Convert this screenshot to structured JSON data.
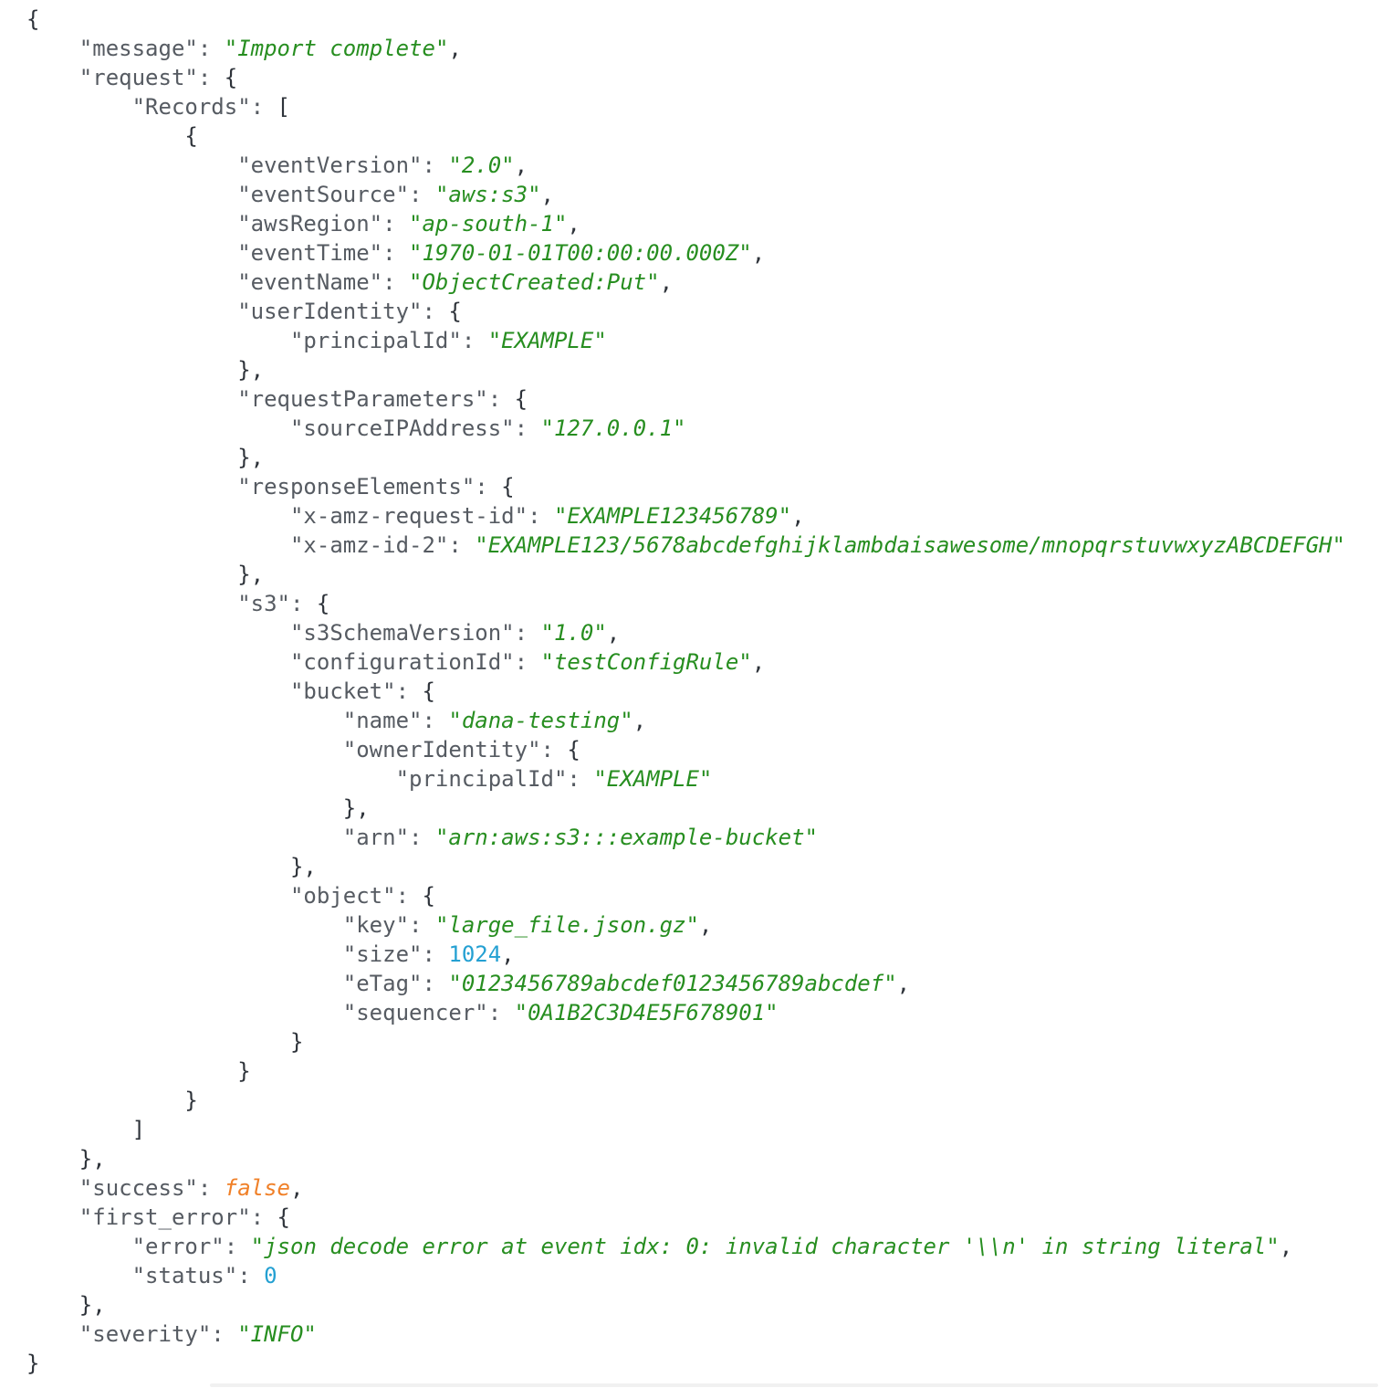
{
  "viewer": {
    "type": "json-log-view",
    "colors": {
      "background": "#ffffff",
      "key": "#565b62",
      "punctuation": "#2e333a",
      "string": "#278e20",
      "number": "#24a0d2",
      "boolean": "#f08028"
    },
    "json_content": {
      "message": "Import complete",
      "request": {
        "Records": [
          {
            "eventVersion": "2.0",
            "eventSource": "aws:s3",
            "awsRegion": "ap-south-1",
            "eventTime": "1970-01-01T00:00:00.000Z",
            "eventName": "ObjectCreated:Put",
            "userIdentity": {
              "principalId": "EXAMPLE"
            },
            "requestParameters": {
              "sourceIPAddress": "127.0.0.1"
            },
            "responseElements": {
              "x-amz-request-id": "EXAMPLE123456789",
              "x-amz-id-2": "EXAMPLE123/5678abcdefghijklambdaisawesome/mnopqrstuvwxyzABCDEFGH"
            },
            "s3": {
              "s3SchemaVersion": "1.0",
              "configurationId": "testConfigRule",
              "bucket": {
                "name": "dana-testing",
                "ownerIdentity": {
                  "principalId": "EXAMPLE"
                },
                "arn": "arn:aws:s3:::example-bucket"
              },
              "object": {
                "key": "large_file.json.gz",
                "size": 1024,
                "eTag": "0123456789abcdef0123456789abcdef",
                "sequencer": "0A1B2C3D4E5F678901"
              }
            }
          }
        ]
      },
      "success": false,
      "first_error": {
        "error": "json decode error at event idx: 0: invalid character '\\n' in string literal",
        "status": 0
      },
      "severity": "INFO"
    },
    "lines": [
      {
        "indent": 0,
        "tokens": [
          {
            "t": "{",
            "c": "punct"
          }
        ]
      },
      {
        "indent": 1,
        "tokens": [
          {
            "t": "\"message\": ",
            "c": "key"
          },
          {
            "t": "\"Import complete\"",
            "c": "string"
          },
          {
            "t": ",",
            "c": "punct"
          }
        ]
      },
      {
        "indent": 1,
        "tokens": [
          {
            "t": "\"request\": ",
            "c": "key"
          },
          {
            "t": "{",
            "c": "punct"
          }
        ]
      },
      {
        "indent": 2,
        "tokens": [
          {
            "t": "\"Records\": ",
            "c": "key"
          },
          {
            "t": "[",
            "c": "punct"
          }
        ]
      },
      {
        "indent": 3,
        "tokens": [
          {
            "t": "{",
            "c": "punct"
          }
        ]
      },
      {
        "indent": 4,
        "tokens": [
          {
            "t": "\"eventVersion\": ",
            "c": "key"
          },
          {
            "t": "\"2.0\"",
            "c": "string"
          },
          {
            "t": ",",
            "c": "punct"
          }
        ]
      },
      {
        "indent": 4,
        "tokens": [
          {
            "t": "\"eventSource\": ",
            "c": "key"
          },
          {
            "t": "\"aws:s3\"",
            "c": "string"
          },
          {
            "t": ",",
            "c": "punct"
          }
        ]
      },
      {
        "indent": 4,
        "tokens": [
          {
            "t": "\"awsRegion\": ",
            "c": "key"
          },
          {
            "t": "\"ap-south-1\"",
            "c": "string"
          },
          {
            "t": ",",
            "c": "punct"
          }
        ]
      },
      {
        "indent": 4,
        "tokens": [
          {
            "t": "\"eventTime\": ",
            "c": "key"
          },
          {
            "t": "\"1970-01-01T00:00:00.000Z\"",
            "c": "string"
          },
          {
            "t": ",",
            "c": "punct"
          }
        ]
      },
      {
        "indent": 4,
        "tokens": [
          {
            "t": "\"eventName\": ",
            "c": "key"
          },
          {
            "t": "\"ObjectCreated:Put\"",
            "c": "string"
          },
          {
            "t": ",",
            "c": "punct"
          }
        ]
      },
      {
        "indent": 4,
        "tokens": [
          {
            "t": "\"userIdentity\": ",
            "c": "key"
          },
          {
            "t": "{",
            "c": "punct"
          }
        ]
      },
      {
        "indent": 5,
        "tokens": [
          {
            "t": "\"principalId\": ",
            "c": "key"
          },
          {
            "t": "\"EXAMPLE\"",
            "c": "string"
          }
        ]
      },
      {
        "indent": 4,
        "tokens": [
          {
            "t": "},",
            "c": "punct"
          }
        ]
      },
      {
        "indent": 4,
        "tokens": [
          {
            "t": "\"requestParameters\": ",
            "c": "key"
          },
          {
            "t": "{",
            "c": "punct"
          }
        ]
      },
      {
        "indent": 5,
        "tokens": [
          {
            "t": "\"sourceIPAddress\": ",
            "c": "key"
          },
          {
            "t": "\"127.0.0.1\"",
            "c": "string"
          }
        ]
      },
      {
        "indent": 4,
        "tokens": [
          {
            "t": "},",
            "c": "punct"
          }
        ]
      },
      {
        "indent": 4,
        "tokens": [
          {
            "t": "\"responseElements\": ",
            "c": "key"
          },
          {
            "t": "{",
            "c": "punct"
          }
        ]
      },
      {
        "indent": 5,
        "tokens": [
          {
            "t": "\"x-amz-request-id\": ",
            "c": "key"
          },
          {
            "t": "\"EXAMPLE123456789\"",
            "c": "string"
          },
          {
            "t": ",",
            "c": "punct"
          }
        ]
      },
      {
        "indent": 5,
        "tokens": [
          {
            "t": "\"x-amz-id-2\": ",
            "c": "key"
          },
          {
            "t": "\"EXAMPLE123/5678abcdefghijklambdaisawesome/mnopqrstuvwxyzABCDEFGH\"",
            "c": "string"
          }
        ]
      },
      {
        "indent": 4,
        "tokens": [
          {
            "t": "},",
            "c": "punct"
          }
        ]
      },
      {
        "indent": 4,
        "tokens": [
          {
            "t": "\"s3\": ",
            "c": "key"
          },
          {
            "t": "{",
            "c": "punct"
          }
        ]
      },
      {
        "indent": 5,
        "tokens": [
          {
            "t": "\"s3SchemaVersion\": ",
            "c": "key"
          },
          {
            "t": "\"1.0\"",
            "c": "string"
          },
          {
            "t": ",",
            "c": "punct"
          }
        ]
      },
      {
        "indent": 5,
        "tokens": [
          {
            "t": "\"configurationId\": ",
            "c": "key"
          },
          {
            "t": "\"testConfigRule\"",
            "c": "string"
          },
          {
            "t": ",",
            "c": "punct"
          }
        ]
      },
      {
        "indent": 5,
        "tokens": [
          {
            "t": "\"bucket\": ",
            "c": "key"
          },
          {
            "t": "{",
            "c": "punct"
          }
        ]
      },
      {
        "indent": 6,
        "tokens": [
          {
            "t": "\"name\": ",
            "c": "key"
          },
          {
            "t": "\"dana-testing\"",
            "c": "string"
          },
          {
            "t": ",",
            "c": "punct"
          }
        ]
      },
      {
        "indent": 6,
        "tokens": [
          {
            "t": "\"ownerIdentity\": ",
            "c": "key"
          },
          {
            "t": "{",
            "c": "punct"
          }
        ]
      },
      {
        "indent": 7,
        "tokens": [
          {
            "t": "\"principalId\": ",
            "c": "key"
          },
          {
            "t": "\"EXAMPLE\"",
            "c": "string"
          }
        ]
      },
      {
        "indent": 6,
        "tokens": [
          {
            "t": "},",
            "c": "punct"
          }
        ]
      },
      {
        "indent": 6,
        "tokens": [
          {
            "t": "\"arn\": ",
            "c": "key"
          },
          {
            "t": "\"arn:aws:s3:::example-bucket\"",
            "c": "string"
          }
        ]
      },
      {
        "indent": 5,
        "tokens": [
          {
            "t": "},",
            "c": "punct"
          }
        ]
      },
      {
        "indent": 5,
        "tokens": [
          {
            "t": "\"object\": ",
            "c": "key"
          },
          {
            "t": "{",
            "c": "punct"
          }
        ]
      },
      {
        "indent": 6,
        "tokens": [
          {
            "t": "\"key\": ",
            "c": "key"
          },
          {
            "t": "\"large_file.json.gz\"",
            "c": "string"
          },
          {
            "t": ",",
            "c": "punct"
          }
        ]
      },
      {
        "indent": 6,
        "tokens": [
          {
            "t": "\"size\": ",
            "c": "key"
          },
          {
            "t": "1024",
            "c": "number"
          },
          {
            "t": ",",
            "c": "punct"
          }
        ]
      },
      {
        "indent": 6,
        "tokens": [
          {
            "t": "\"eTag\": ",
            "c": "key"
          },
          {
            "t": "\"0123456789abcdef0123456789abcdef\"",
            "c": "string"
          },
          {
            "t": ",",
            "c": "punct"
          }
        ]
      },
      {
        "indent": 6,
        "tokens": [
          {
            "t": "\"sequencer\": ",
            "c": "key"
          },
          {
            "t": "\"0A1B2C3D4E5F678901\"",
            "c": "string"
          }
        ]
      },
      {
        "indent": 5,
        "tokens": [
          {
            "t": "}",
            "c": "punct"
          }
        ]
      },
      {
        "indent": 4,
        "tokens": [
          {
            "t": "}",
            "c": "punct"
          }
        ]
      },
      {
        "indent": 3,
        "tokens": [
          {
            "t": "}",
            "c": "punct"
          }
        ]
      },
      {
        "indent": 2,
        "tokens": [
          {
            "t": "]",
            "c": "punct"
          }
        ]
      },
      {
        "indent": 1,
        "tokens": [
          {
            "t": "},",
            "c": "punct"
          }
        ]
      },
      {
        "indent": 1,
        "tokens": [
          {
            "t": "\"success\": ",
            "c": "key"
          },
          {
            "t": "false",
            "c": "boolean"
          },
          {
            "t": ",",
            "c": "punct"
          }
        ]
      },
      {
        "indent": 1,
        "tokens": [
          {
            "t": "\"first_error\": ",
            "c": "key"
          },
          {
            "t": "{",
            "c": "punct"
          }
        ]
      },
      {
        "indent": 2,
        "tokens": [
          {
            "t": "\"error\": ",
            "c": "key"
          },
          {
            "t": "\"json decode error at event idx: 0: invalid character '\\\\n' in string literal\"",
            "c": "string"
          },
          {
            "t": ",",
            "c": "punct"
          }
        ]
      },
      {
        "indent": 2,
        "tokens": [
          {
            "t": "\"status\": ",
            "c": "key"
          },
          {
            "t": "0",
            "c": "number"
          }
        ]
      },
      {
        "indent": 1,
        "tokens": [
          {
            "t": "},",
            "c": "punct"
          }
        ]
      },
      {
        "indent": 1,
        "tokens": [
          {
            "t": "\"severity\": ",
            "c": "key"
          },
          {
            "t": "\"INFO\"",
            "c": "string"
          }
        ]
      },
      {
        "indent": 0,
        "tokens": [
          {
            "t": "}",
            "c": "punct"
          }
        ]
      }
    ]
  },
  "scrollbar": {
    "present": true
  }
}
